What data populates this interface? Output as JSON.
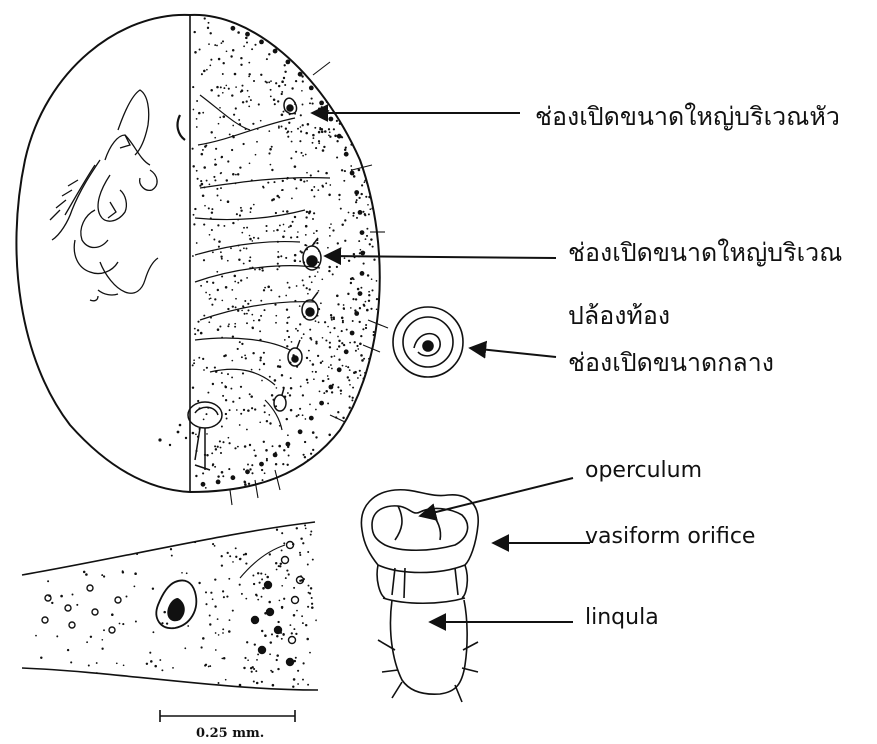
{
  "labels": {
    "head_pore": "ช่องเปิดขนาดใหญ่บริเวณหัว",
    "abdominal_pore_line1": "ช่องเปิดขนาดใหญ่บริเวณ",
    "abdominal_pore_line2": "ปล้องท้อง",
    "medium_pore": "ช่องเปิดขนาดกลาง",
    "operculum": "operculum",
    "vasiform_orifice": "vasiform orifice",
    "lingula": "linqula"
  },
  "scale_bar": {
    "text": "0.25 mm."
  },
  "colors": {
    "ink": "#111111",
    "background": "#ffffff"
  }
}
